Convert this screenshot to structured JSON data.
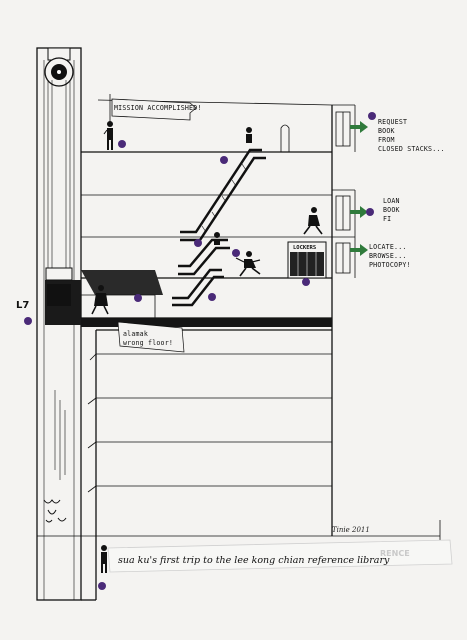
{
  "floor_label": "L7",
  "notes": {
    "mission": "MISSION ACCOMPLISHED!",
    "request_1": "REQUEST",
    "request_2": "BOOK",
    "request_3": "FROM",
    "request_4": "CLOSED STACKS...",
    "loan_1": "LOAN",
    "loan_2": "BOOK",
    "loan_3": "FI",
    "locate_1": "LOCATE...",
    "locate_2": "BROWSE...",
    "locate_3": "PHOTOCOPY!",
    "wrong_1": "alamak",
    "wrong_2": "wrong floor!",
    "lockers": "LOCKERS"
  },
  "caption": "sua ku's first trip to the lee kong chian reference library",
  "caption_faint": "RENCE",
  "signature": "Tinie 2011",
  "colors": {
    "ink": "#111111",
    "arrow_green": "#2f7a3b",
    "step_purple": "#4a2a78"
  }
}
